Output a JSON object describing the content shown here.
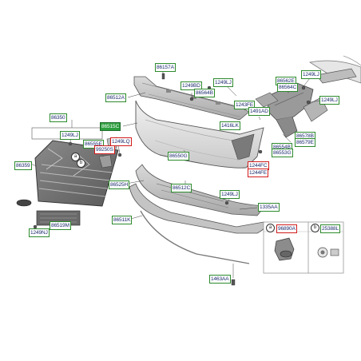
{
  "parts": {
    "p86157A": "86157A",
    "p86512A": "86512A",
    "p1249BD": "1249BD",
    "p1249LJ_a": "1249LJ",
    "p86564B": "86564B",
    "p1243FE": "1243FE",
    "p1491AD": "1491AD",
    "p86562E": "86562E",
    "p86564C": "86564C",
    "p1249LJ_b": "1249LJ",
    "p1249LJ_c": "1249LJ",
    "p86515C": "86515C",
    "p1416LK": "1416LK",
    "p86350": "86350",
    "p1249LJ_d": "1249LJ",
    "p86555E": "86555E",
    "p1249LQ": "1249LQ",
    "p99250S": "99250S",
    "p86550G": "86550G",
    "p86554B": "86554B",
    "p86553G": "86553G",
    "p86578B": "86578B",
    "p86579E": "86579E",
    "p86359": "86359",
    "p86525H": "86525H",
    "p86512C": "86512C",
    "p1244FC": "1244FC",
    "p1244FE": "1244FE",
    "p1249LJ_e": "1249LJ",
    "p1335AA": "1335AA",
    "p86511K": "86511K",
    "p86519M": "86519M",
    "p1249NJ": "1249NJ",
    "p1463AA": "1463AA",
    "p96890A": "96890A",
    "p25388L": "25388L"
  },
  "callouts": {
    "a": "a",
    "b": "b"
  }
}
